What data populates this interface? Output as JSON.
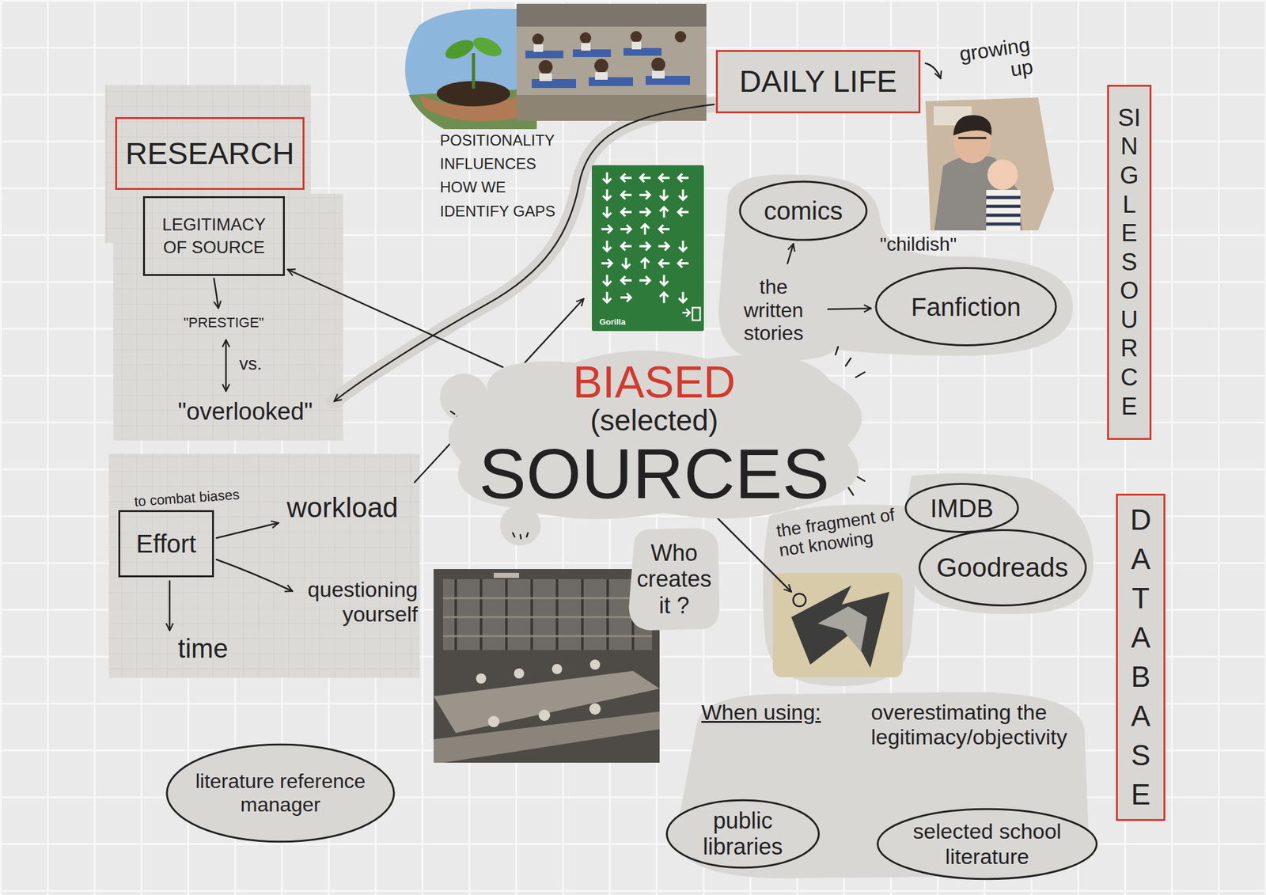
{
  "diagram": {
    "nodes": [
      {
        "text": [
          "RESEARCH"
        ]
      },
      {
        "text": [
          "LEGITIMACY OF SOURCE"
        ]
      },
      {
        "text": [
          "DAILY LIFE"
        ]
      },
      {
        "text": [
          "the written stories"
        ]
      },
      {
        "text": [
          "comics"
        ]
      },
      {
        "text": [
          "Fanfiction"
        ]
      },
      {
        "text": [
          "SINGLE SOURCE"
        ]
      },
      {
        "text": [
          "BIASED",
          "(selected)",
          "SOURCES"
        ]
      },
      {
        "text": [
          "Effort"
        ]
      },
      {
        "text": [
          "Who creates it ?"
        ]
      },
      {
        "text": [
          "IMDB"
        ]
      },
      {
        "text": [
          "Goodreads"
        ]
      },
      {
        "text": [
          "DATABASE"
        ]
      },
      {
        "text": [
          "literature reference manager"
        ]
      },
      {
        "text": [
          "When using:",
          "overestimating the legitimacy/objectivity"
        ]
      },
      {
        "text": [
          "public libraries"
        ],
        "in": 14
      },
      {
        "text": [
          "selected school literature"
        ],
        "in": 14
      }
    ],
    "edges": [
      {
        "from": 3,
        "to": 4,
        "arrow": "to"
      },
      {
        "from": 3,
        "to": 5,
        "arrow": "to"
      },
      {
        "from": 7,
        "to": 1,
        "arrow": "to"
      },
      {
        "from": 15,
        "to": 16,
        "arrow": "to"
      }
    ],
    "labels": [
      "POSITIONALITY INFLUENCES HOW WE IDENTIFY GAPS",
      "growing up",
      "\"childish\"",
      "\"PRESTIGE\"",
      "vs.",
      "\"overlooked\"",
      "to combat biases",
      "workload",
      "questioning yourself",
      "time",
      "Gorilla",
      "the fragment of not knowing"
    ]
  }
}
